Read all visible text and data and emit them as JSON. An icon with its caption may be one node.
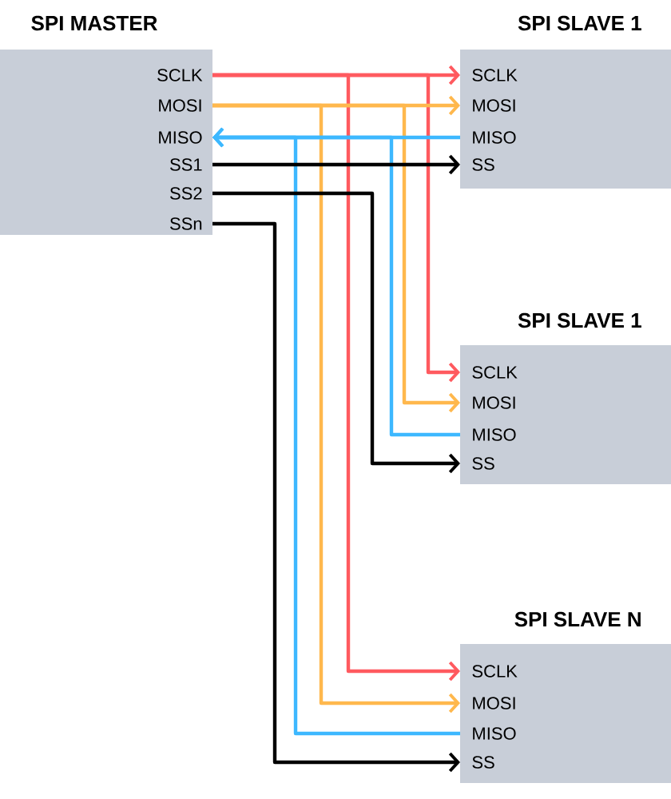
{
  "diagram": {
    "nodes": [
      {
        "text": [
          "SPI MASTER"
        ]
      },
      {
        "text": [
          "SCLK"
        ],
        "in": 0
      },
      {
        "text": [
          "MOSI"
        ],
        "in": 0
      },
      {
        "text": [
          "MISO"
        ],
        "in": 0
      },
      {
        "text": [
          "SS1"
        ],
        "in": 0
      },
      {
        "text": [
          "SS2"
        ],
        "in": 0
      },
      {
        "text": [
          "SSn"
        ],
        "in": 0
      },
      {
        "text": [
          "SPI SLAVE 1"
        ]
      },
      {
        "text": [
          "SCLK"
        ],
        "in": 7
      },
      {
        "text": [
          "MOSI"
        ],
        "in": 7
      },
      {
        "text": [
          "MISO"
        ],
        "in": 7
      },
      {
        "text": [
          "SS"
        ],
        "in": 7
      },
      {
        "text": [
          "SPI SLAVE 1"
        ]
      },
      {
        "text": [
          "SCLK"
        ],
        "in": 12
      },
      {
        "text": [
          "MOSI"
        ],
        "in": 12
      },
      {
        "text": [
          "MISO"
        ],
        "in": 12
      },
      {
        "text": [
          "SS"
        ],
        "in": 12
      },
      {
        "text": [
          "SPI SLAVE N"
        ]
      },
      {
        "text": [
          "SCLK"
        ],
        "in": 17
      },
      {
        "text": [
          "MOSI"
        ],
        "in": 17
      },
      {
        "text": [
          "MISO"
        ],
        "in": 17
      },
      {
        "text": [
          "SS"
        ],
        "in": 17
      }
    ],
    "edges": [
      {
        "from": 1,
        "to": 8,
        "arrow": "to",
        "color": "#ff5a5f"
      },
      {
        "from": 1,
        "to": 13,
        "arrow": "to",
        "color": "#ff5a5f"
      },
      {
        "from": 1,
        "to": 18,
        "arrow": "to",
        "color": "#ff5a5f"
      },
      {
        "from": 2,
        "to": 9,
        "arrow": "to",
        "color": "#ffb84d"
      },
      {
        "from": 2,
        "to": 14,
        "arrow": "to",
        "color": "#ffb84d"
      },
      {
        "from": 2,
        "to": 19,
        "arrow": "to",
        "color": "#ffb84d"
      },
      {
        "from": 10,
        "to": 3,
        "arrow": "to",
        "color": "#3db8ff"
      },
      {
        "from": 15,
        "to": 3,
        "arrow": "to",
        "color": "#3db8ff"
      },
      {
        "from": 20,
        "to": 3,
        "arrow": "to",
        "color": "#3db8ff"
      },
      {
        "from": 4,
        "to": 11,
        "arrow": "to",
        "color": "#000000"
      },
      {
        "from": 5,
        "to": 16,
        "arrow": "to",
        "color": "#000000"
      },
      {
        "from": 6,
        "to": 21,
        "arrow": "to",
        "color": "#000000"
      }
    ]
  }
}
